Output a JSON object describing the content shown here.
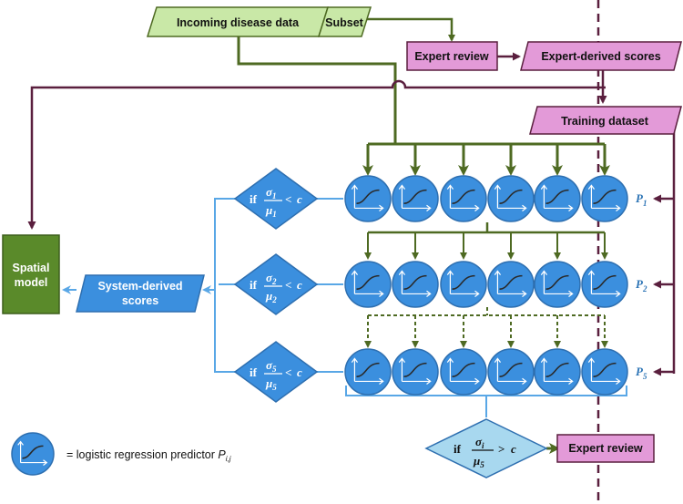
{
  "inputs": {
    "incoming": "Incoming disease data",
    "subset": "Subset"
  },
  "expert_review_top": "Expert review",
  "expert_scores": "Expert-derived scores",
  "training_dataset": "Training dataset",
  "spatial_model": [
    "Spatial",
    "model"
  ],
  "system_scores": [
    "System-derived",
    "scores"
  ],
  "conditions": [
    {
      "sigma": "1",
      "mu": "1",
      "op": "<",
      "c": "c"
    },
    {
      "sigma": "2",
      "mu": "2",
      "op": "<",
      "c": "c"
    },
    {
      "sigma": "5",
      "mu": "5",
      "op": "<",
      "c": "c"
    }
  ],
  "final_condition": {
    "sigma": "i",
    "mu": "5",
    "op": ">",
    "c": "c"
  },
  "if_word": "if",
  "sigma_symbol": "σ",
  "mu_symbol": "μ",
  "p_labels": [
    {
      "letter": "P",
      "sub": "1"
    },
    {
      "letter": "P",
      "sub": "2"
    },
    {
      "letter": "P",
      "sub": "5"
    }
  ],
  "expert_review_bottom": "Expert review",
  "legend": {
    "text": "= logistic regression predictor ",
    "symbol": "P",
    "subscript": "i,j"
  },
  "predictor_count_per_row": 6,
  "colors": {
    "green_dark": "#4e6a22",
    "green_fill": "#c9e8a7",
    "pink_fill": "#e39ad8",
    "maroon": "#5a1f3e",
    "blue_fill": "#3b8fde",
    "blue_dark": "#2e6fb0",
    "blue_line": "#59a7e6",
    "light_blue_fill": "#a8d8ef",
    "spatial_green": "#5a8a2a"
  }
}
